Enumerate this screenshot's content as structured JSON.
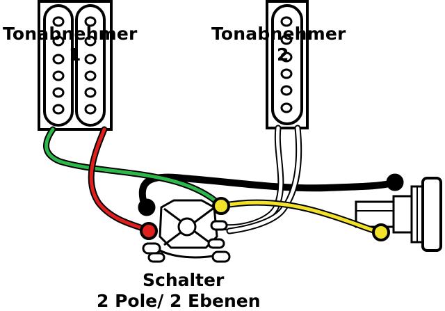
{
  "pickup1": {
    "title": "Tonabnehmer",
    "number": "1",
    "type": "humbucker"
  },
  "pickup2": {
    "title": "Tonabnehmer",
    "number": "2",
    "type": "single-coil"
  },
  "switch": {
    "title": "Schalter",
    "subtitle": "2 Pole/ 2 Ebenen"
  },
  "wires": [
    {
      "name": "green-wire",
      "color": "#2db84a"
    },
    {
      "name": "red-wire",
      "color": "#e0201c"
    },
    {
      "name": "white-wire",
      "color": "#ffffff"
    },
    {
      "name": "black-wire",
      "color": "#000000"
    },
    {
      "name": "yellow-wire",
      "color": "#f2e22a"
    }
  ],
  "solder_points": [
    {
      "name": "solder-point-red",
      "color": "#e0201c"
    },
    {
      "name": "solder-point-black-switch",
      "color": "#000000"
    },
    {
      "name": "solder-point-yellow-switch",
      "color": "#f2e22a"
    },
    {
      "name": "solder-point-black-jack",
      "color": "#000000"
    },
    {
      "name": "solder-point-yellow-jack",
      "color": "#f2e22a"
    }
  ]
}
